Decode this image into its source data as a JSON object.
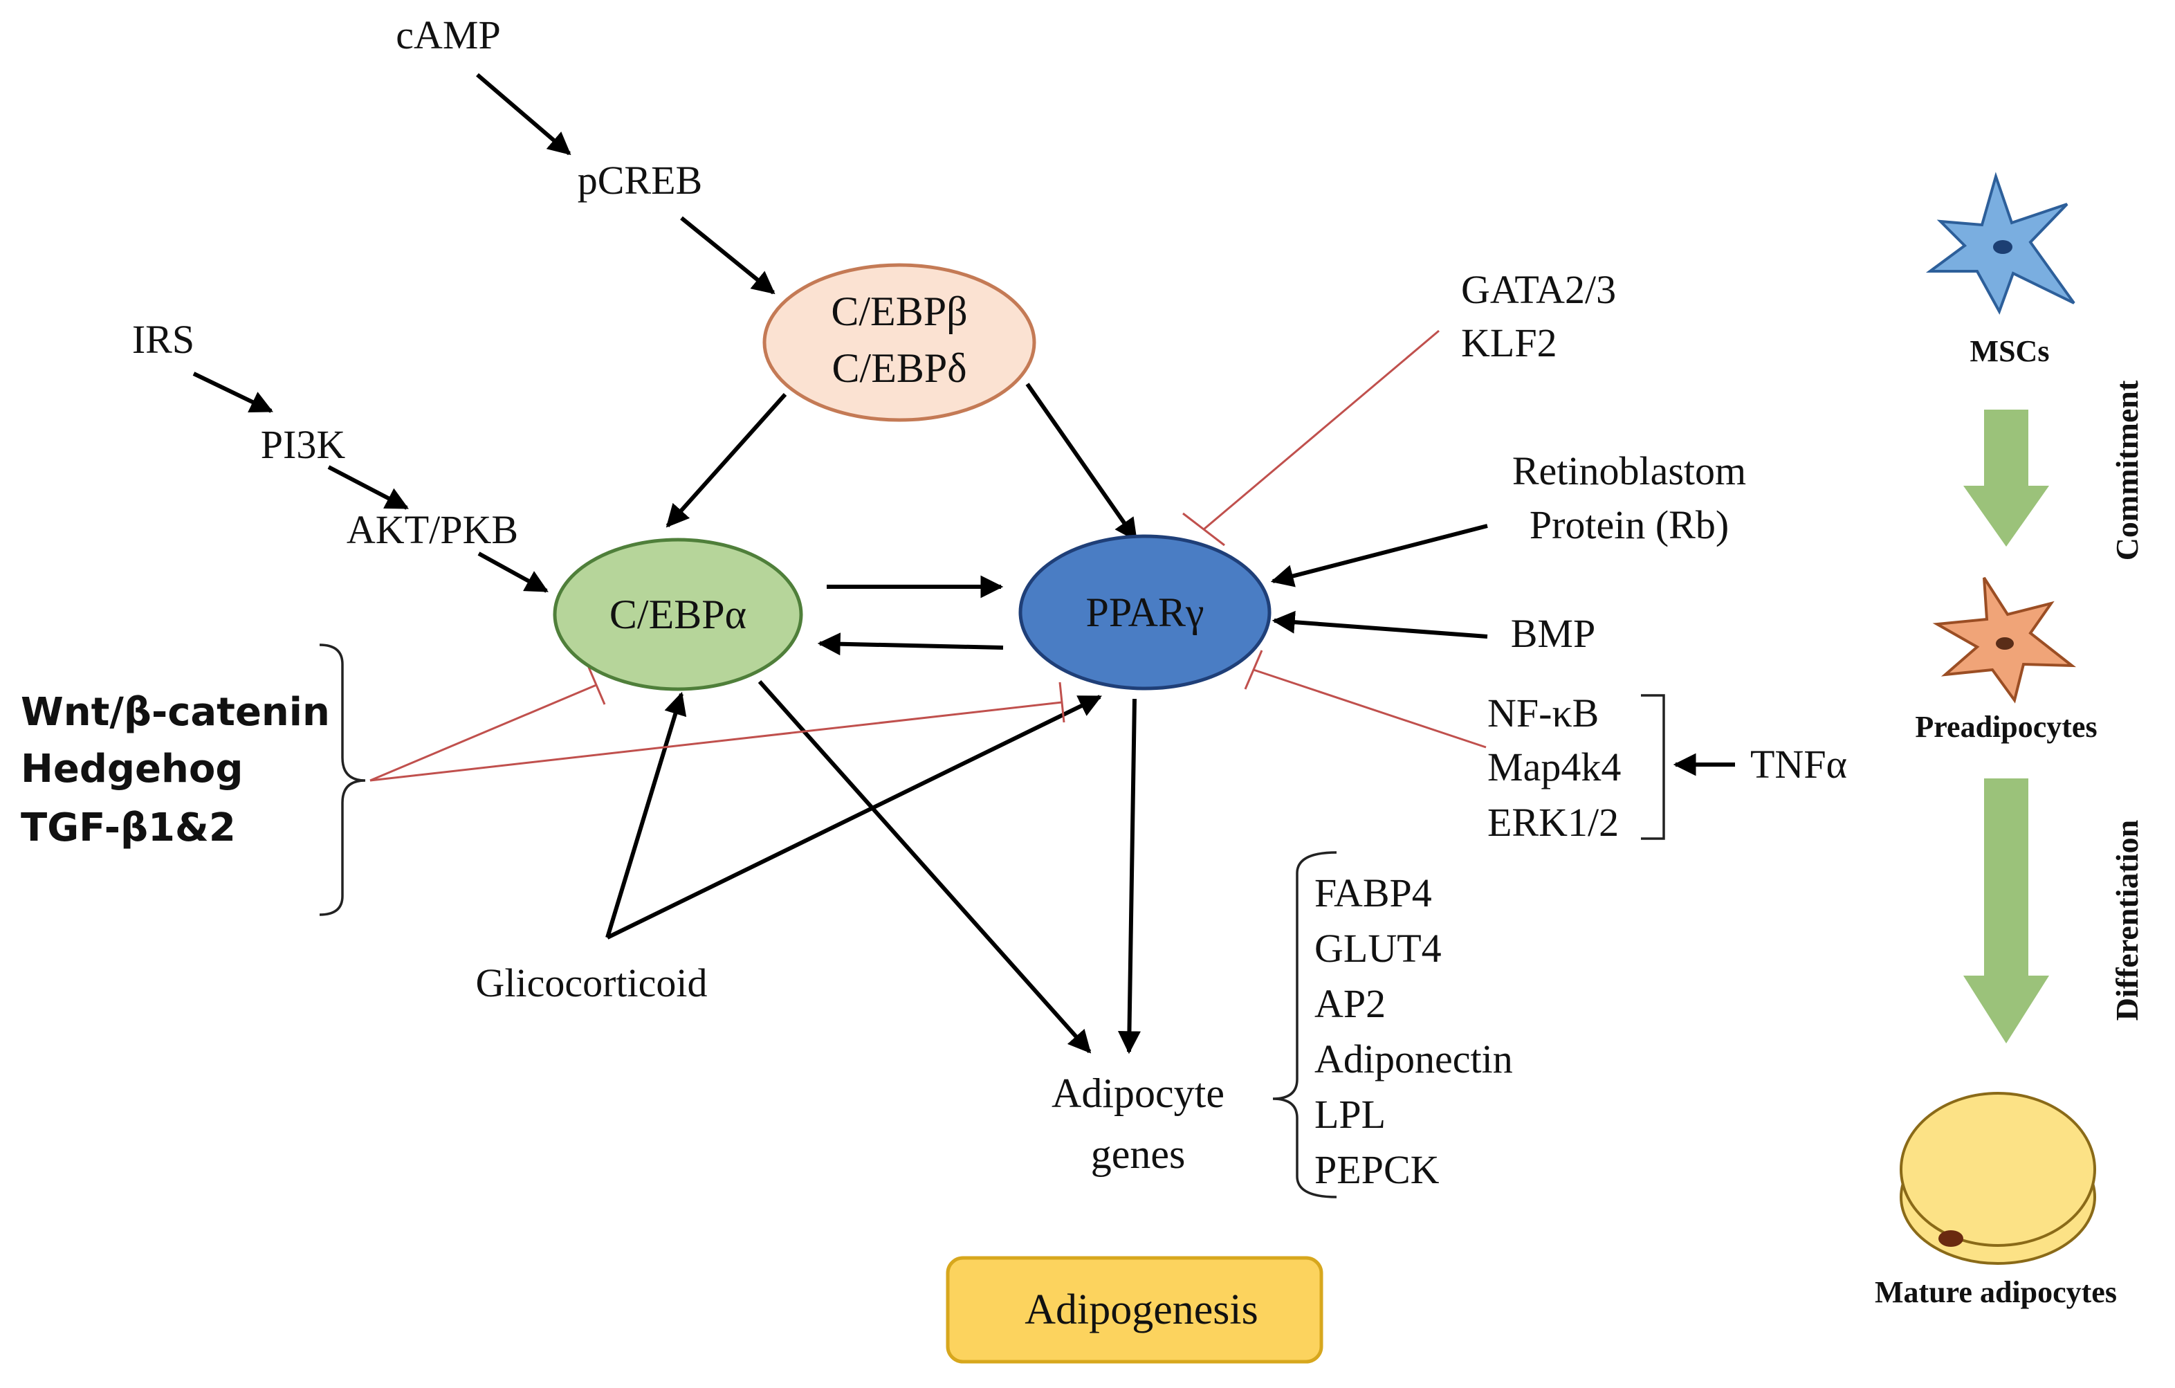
{
  "colors": {
    "cebp_bd_fill": "#fbe2d2",
    "cebp_bd_stroke": "#c47a55",
    "cebp_a_fill": "#b6d59a",
    "cebp_a_stroke": "#4f7f3a",
    "ppar_fill": "#4a7dc4",
    "ppar_stroke": "#1f3f78",
    "inhibit": "#c0504d",
    "arrow": "#000000",
    "title_box_fill": "#fcd35e",
    "title_box_stroke": "#d7a71d",
    "msc": "#7aaee0",
    "preadipocyte": "#f0a478",
    "mature_adipocyte": "#fce286",
    "stage_arrow": "#9bc27a"
  },
  "nodes": {
    "cebp_b": "C/EBPβ",
    "cebp_d": "C/EBPδ",
    "cebp_a": "C/EBPα",
    "ppar_g": "PPARγ"
  },
  "upstream": {
    "camp": "cAMP",
    "pcreb": "pCREB",
    "irs": "IRS",
    "pi3k": "PI3K",
    "akt": "AKT/PKB",
    "glucocorticoid": "Glicocorticoid"
  },
  "inhibitors_left": [
    "Wnt/β-catenin",
    "Hedgehog",
    "TGF-β1&2"
  ],
  "right_regulators": {
    "gata": "GATA2/3",
    "klf": "KLF2",
    "rb_line1": "Retinoblastom",
    "rb_line2": "Protein (Rb)",
    "bmp": "BMP",
    "group": [
      "NF-κB",
      "Map4k4",
      "ERK1/2"
    ],
    "tnf": "TNFα"
  },
  "adipocyte_genes": {
    "label_line1": "Adipocyte",
    "label_line2": "genes",
    "genes": [
      "FABP4",
      "GLUT4",
      "AP2",
      "Adiponectin",
      "LPL",
      "PEPCK"
    ]
  },
  "title": "Adipogenesis",
  "stages": {
    "msc": "MSCs",
    "preadipocytes": "Preadipocytes",
    "mature": "Mature adipocytes",
    "commitment": "Commitment",
    "differentiation": "Differentiation"
  }
}
